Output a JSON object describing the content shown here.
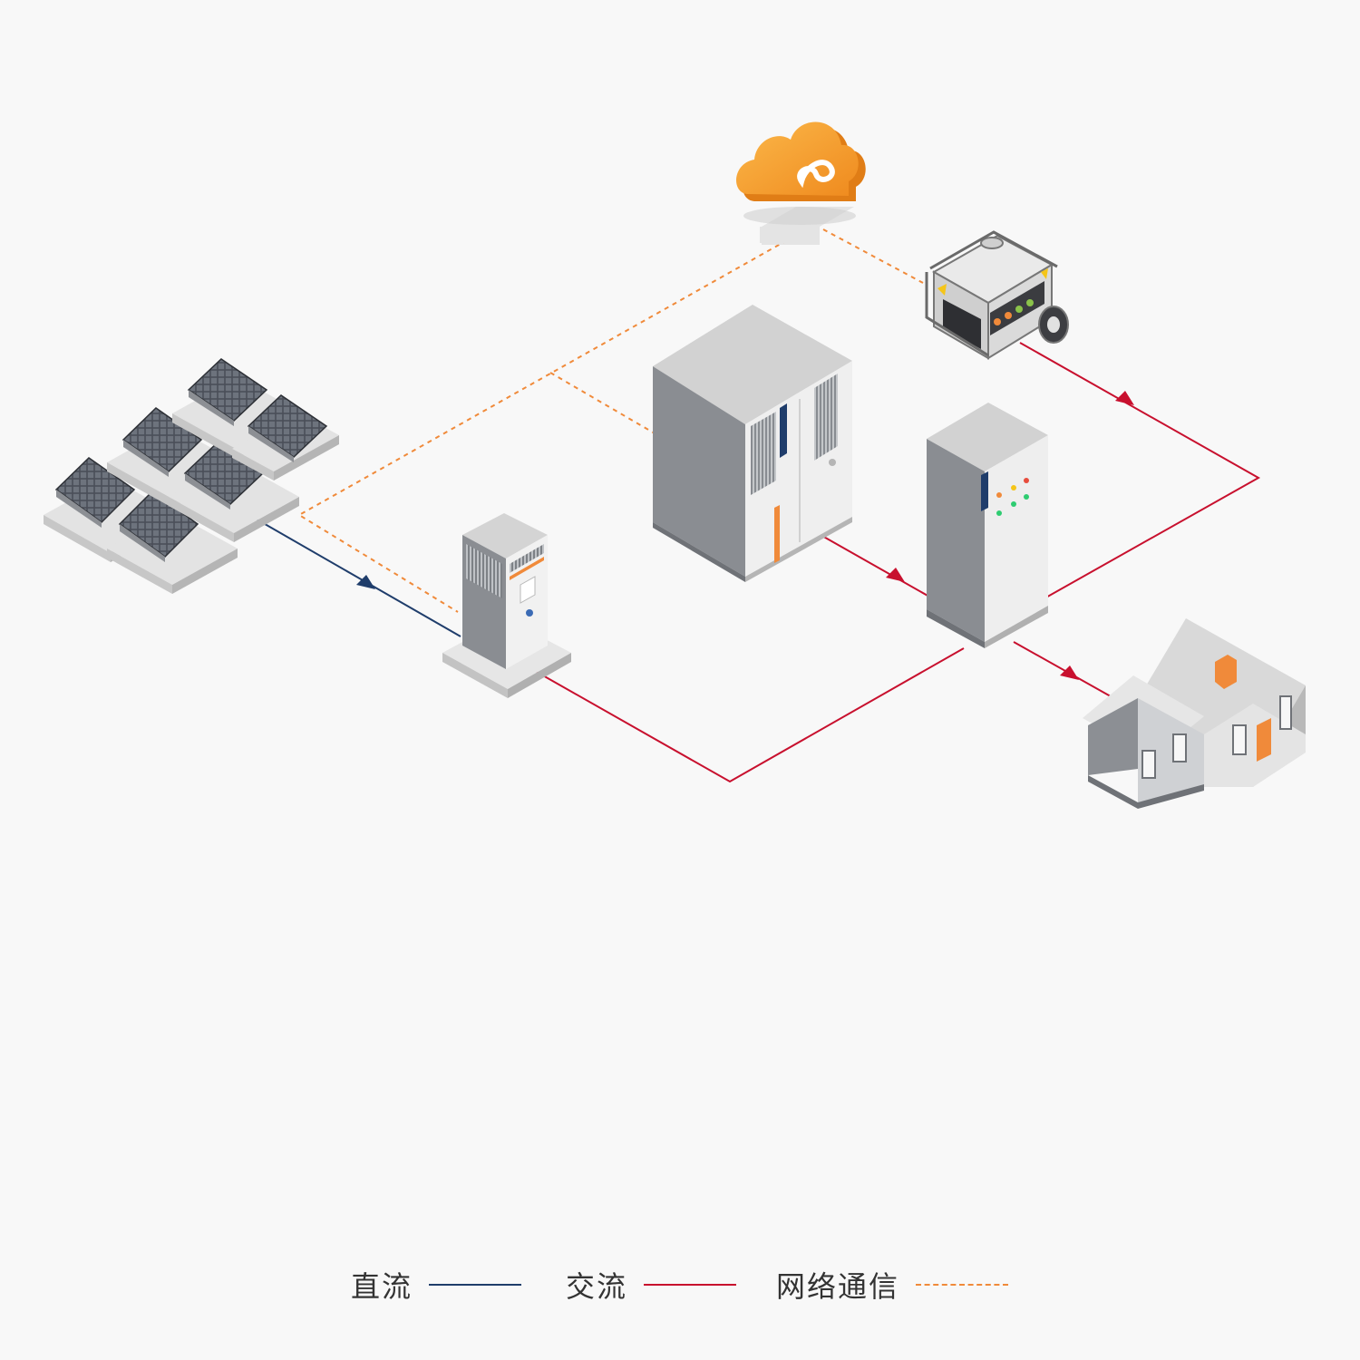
{
  "legend": {
    "dc_label": "直流",
    "ac_label": "交流",
    "network_label": "网络通信"
  },
  "colors": {
    "dc": "#1f3d6b",
    "ac": "#c8102e",
    "network": "#f08a3a",
    "accent": "#f39c2d",
    "background": "#f8f8f8"
  },
  "components": [
    {
      "name": "cloud-platform-icon"
    },
    {
      "name": "diesel-generator-icon"
    },
    {
      "name": "solar-array-icon"
    },
    {
      "name": "pv-inverter-cabinet-icon"
    },
    {
      "name": "energy-storage-cabinet-icon"
    },
    {
      "name": "distribution-cabinet-icon"
    },
    {
      "name": "house-icon"
    }
  ]
}
